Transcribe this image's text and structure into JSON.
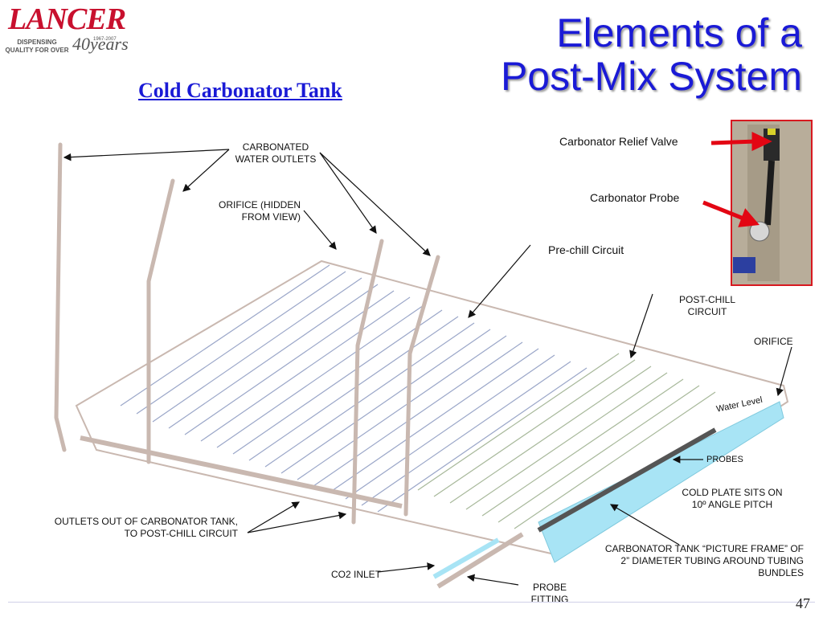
{
  "logo": {
    "brand": "LANCER",
    "tagline": "DISPENSING QUALITY FOR OVER",
    "years": "40years",
    "span": "1967-2007"
  },
  "slide": {
    "title_line1": "Elements of a",
    "title_line2": "Post-Mix System",
    "subtitle": "Cold Carbonator Tank",
    "page_number": "47"
  },
  "labels": {
    "carbonated_water_outlets": "CARBONATED WATER OUTLETS",
    "orifice_hidden": "ORIFICE (HIDDEN FROM VIEW)",
    "carbonator_relief_valve": "Carbonator Relief Valve",
    "carbonator_probe": "Carbonator Probe",
    "pre_chill_circuit": "Pre-chill Circuit",
    "post_chill_circuit": "POST-CHILL CIRCUIT",
    "orifice": "ORIFICE",
    "water_level": "Water Level",
    "probes": "PROBES",
    "cold_plate": "COLD PLATE SITS ON 10º ANGLE PITCH",
    "carbonator_tank": "CARBONATOR TANK “PICTURE FRAME” OF 2” DIAMETER TUBING AROUND TUBING BUNDLES",
    "outlets_out": "OUTLETS OUT OF CARBONATOR TANK, TO POST-CHILL CIRCUIT",
    "co2_inlet": "CO2 INLET",
    "probe_fitting": "PROBE FITTING"
  },
  "colors": {
    "title": "#1a1ad6",
    "brand": "#c8102e",
    "water": "#a8e4f5",
    "arrow": "#e30613"
  }
}
